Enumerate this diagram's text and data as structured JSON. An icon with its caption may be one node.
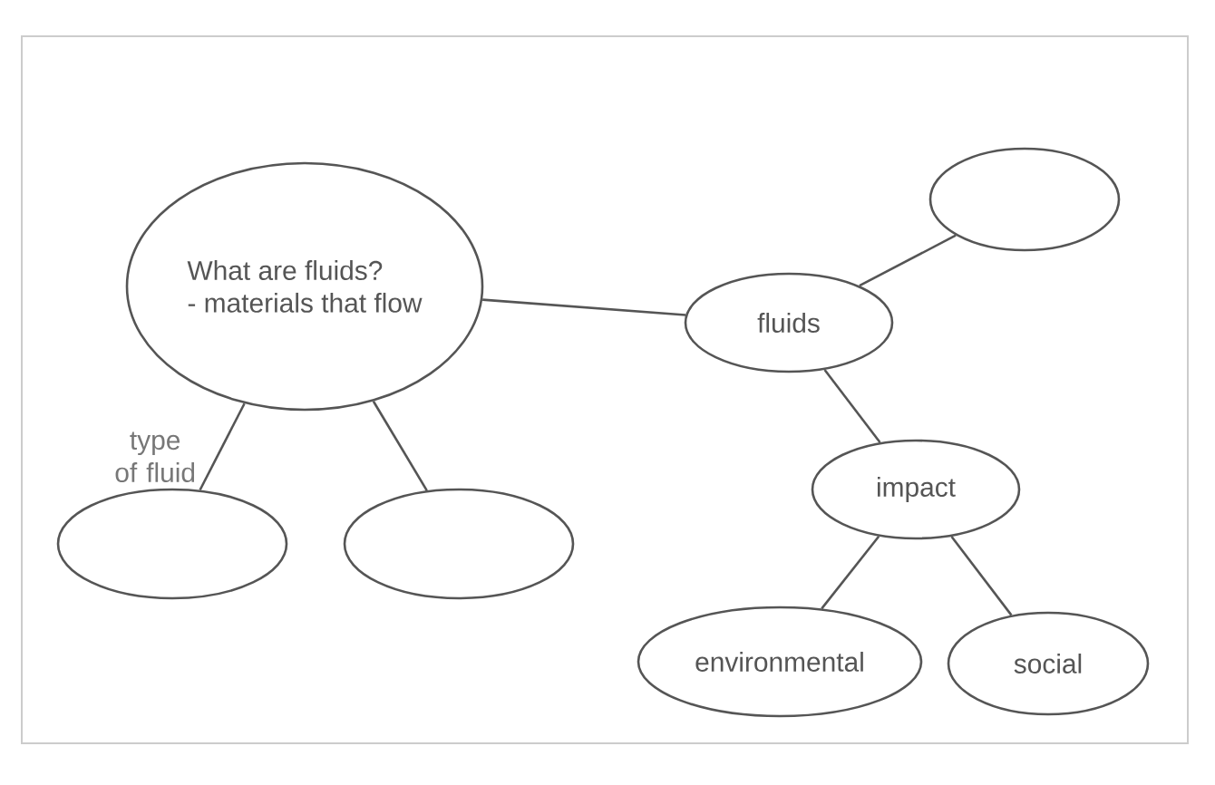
{
  "diagram": {
    "nodes": [
      {
        "text": [],
        "shape": "ellipse"
      },
      {
        "text": [
          "What are fluids?",
          "- materials that flow"
        ]
      },
      {
        "text": [
          "fluids"
        ]
      },
      {
        "text": [
          "impact"
        ]
      },
      {
        "text": [],
        "shape": "ellipse"
      },
      {
        "text": [],
        "shape": "ellipse"
      },
      {
        "text": [
          "environmental"
        ]
      },
      {
        "text": [
          "social"
        ]
      }
    ],
    "edges": [
      {
        "from": 1,
        "to": 2,
        "arrow": "none"
      },
      {
        "from": 2,
        "to": 0,
        "arrow": "none"
      },
      {
        "from": 1,
        "to": 4,
        "arrow": "none",
        "label": "type of fluid"
      },
      {
        "from": 1,
        "to": 5,
        "arrow": "none"
      },
      {
        "from": 2,
        "to": 3,
        "arrow": "none"
      },
      {
        "from": 3,
        "to": 6,
        "arrow": "none"
      },
      {
        "from": 3,
        "to": 7,
        "arrow": "none"
      }
    ]
  }
}
